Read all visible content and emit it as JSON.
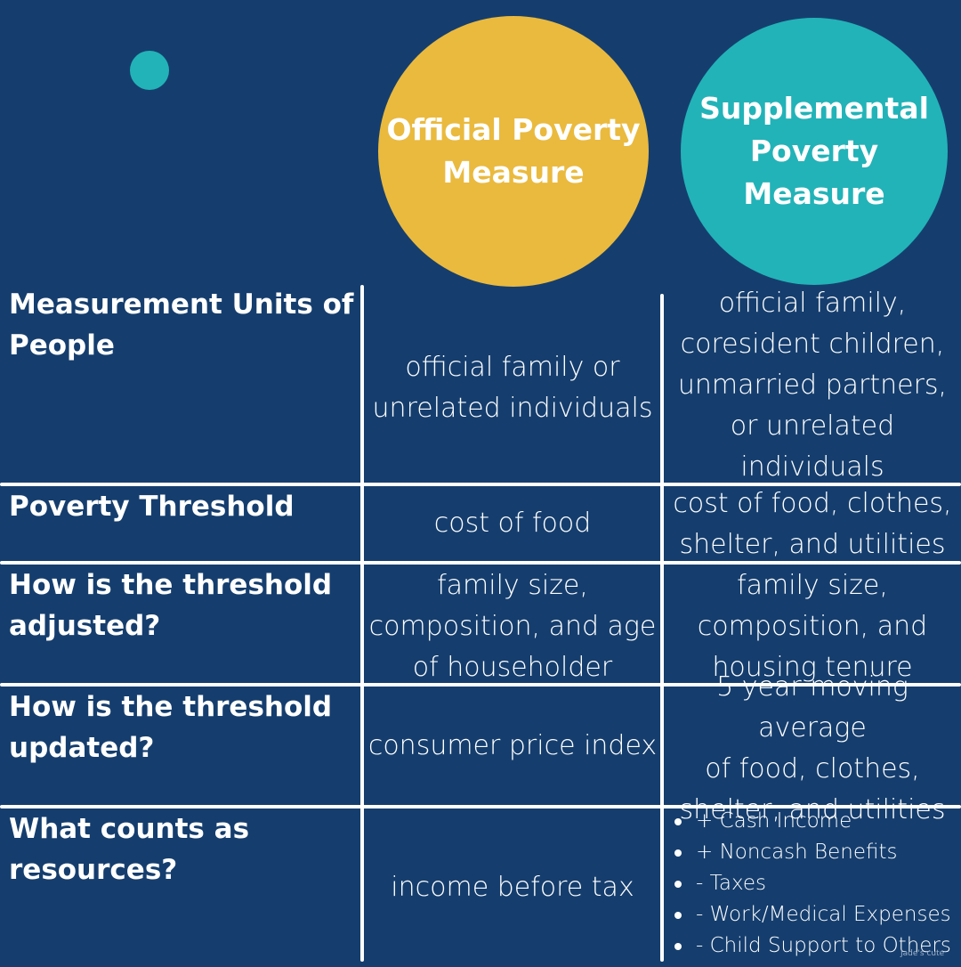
{
  "colors": {
    "background": "#153e6e",
    "official_circle": "#eaba3e",
    "supplemental_circle": "#22b3b8",
    "accent_dot": "#22b3b8",
    "lines": "#ffffff"
  },
  "headers": {
    "official": "Official Poverty Measure",
    "supplemental": "Supplemental Poverty Measure"
  },
  "rows": [
    {
      "label": "Measurement Units of People",
      "official": "official family or\nunrelated individuals",
      "supplemental": "official family,\ncoresident children,\nunmarried partners,\nor unrelated\nindividuals"
    },
    {
      "label": "Poverty Threshold",
      "official": "cost of food",
      "supplemental": "cost of food, clothes,\nshelter, and utilities"
    },
    {
      "label": "How is the threshold adjusted?",
      "official": "family size,\ncomposition, and age\nof householder",
      "supplemental": "family size,\ncomposition, and\nhousing tenure"
    },
    {
      "label": "How is the threshold updated?",
      "official": "consumer price index",
      "supplemental": "5 year moving average\nof food, clothes,\nshelter, and utilities"
    },
    {
      "label": "What counts as resources?",
      "official": "income before tax",
      "supplemental_items": [
        "+ Cash Income",
        "+ Noncash Benefits",
        "- Taxes",
        "- Work/Medical Expenses",
        "- Child Support to Others"
      ]
    }
  ],
  "watermark": "Jade's cute"
}
